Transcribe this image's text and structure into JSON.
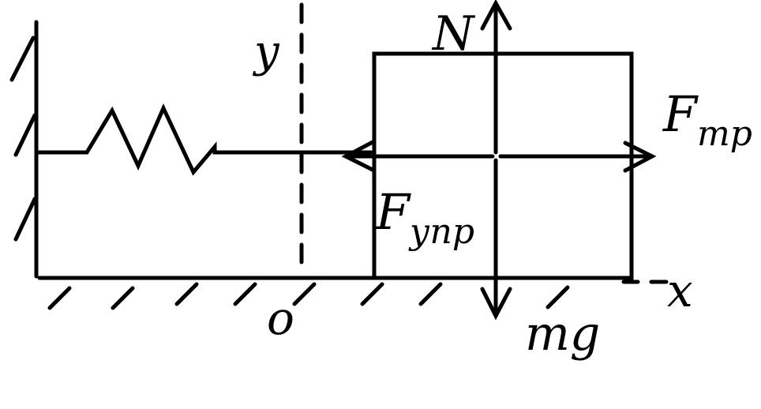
{
  "labels": {
    "normal_force": "N",
    "friction_force_main": "F",
    "friction_force_sub": "тр",
    "elastic_force_main": "F",
    "elastic_force_sub": "упр",
    "gravity_force": "mg",
    "axis_y": "y",
    "axis_x": "x",
    "origin": "o"
  },
  "colors": {
    "ink": "#000000",
    "background": "#ffffff"
  }
}
